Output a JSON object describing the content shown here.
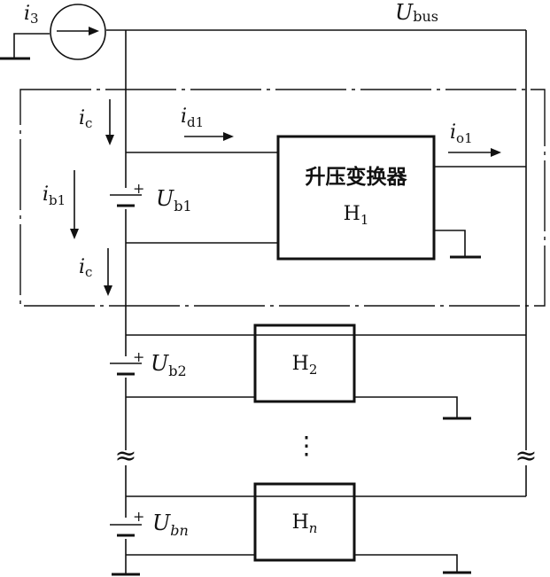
{
  "bus_label": {
    "main": "U",
    "sub": "bus"
  },
  "source_label": {
    "main": "i",
    "sub": "3"
  },
  "module1": {
    "converter_name": "升压变换器",
    "converter_id": {
      "main": "H",
      "sub": "1"
    },
    "battery_label": {
      "main": "U",
      "sub": "b1"
    },
    "battery_sign": "+",
    "current_ic_top": {
      "main": "i",
      "sub": "c"
    },
    "current_ic_bottom": {
      "main": "i",
      "sub": "c"
    },
    "current_ib": {
      "main": "i",
      "sub": "b1"
    },
    "current_id": {
      "main": "i",
      "sub": "d1"
    },
    "current_io": {
      "main": "i",
      "sub": "o1"
    }
  },
  "module2": {
    "converter_id": {
      "main": "H",
      "sub": "2"
    },
    "battery_label": {
      "main": "U",
      "sub": "b2"
    },
    "battery_sign": "+"
  },
  "module_n": {
    "converter_id": {
      "main": "H",
      "sub": "n"
    },
    "battery_label": {
      "main": "U",
      "sub": "bn"
    },
    "battery_sign": "+"
  },
  "ellipsis": "⋮",
  "break_symbol": "≈"
}
